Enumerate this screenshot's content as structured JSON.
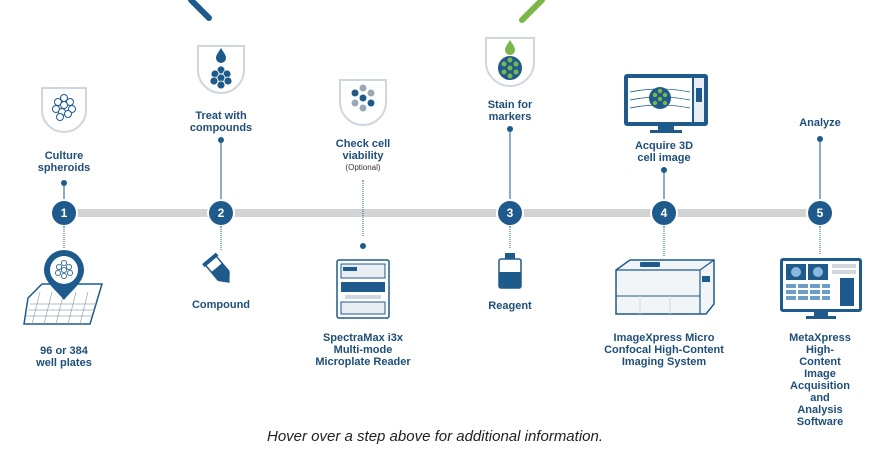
{
  "steps": [
    {
      "number": "1",
      "above_label": "Culture\nspheroids",
      "below_label": "96 or 384\nwell plates",
      "above_icon": "spheroid-cup-icon",
      "below_icon": "well-plate-pin-icon"
    },
    {
      "number": "2",
      "above_label": "Treat with\ncompounds",
      "below_label": "Compound",
      "above_icon": "compound-cup-icon",
      "below_icon": "pipette-tube-icon"
    },
    {
      "number": "",
      "above_label": "Check cell\nviability",
      "above_sub": "(Optional)",
      "below_label": "SpectraMax i3x\nMulti-mode\nMicroplate Reader",
      "above_icon": "viability-cup-icon",
      "below_icon": "microplate-reader-icon"
    },
    {
      "number": "3",
      "above_label": "Stain for\nmarkers",
      "below_label": "Reagent",
      "above_icon": "stain-cup-icon",
      "below_icon": "reagent-bottle-icon"
    },
    {
      "number": "4",
      "above_label": "Acquire 3D\ncell image",
      "below_label": "ImageXpress Micro\nConfocal High-Content\nImaging System",
      "above_icon": "monitor-3d-image-icon",
      "below_icon": "imaging-system-icon"
    },
    {
      "number": "5",
      "above_label": "Analyze",
      "below_label": "MetaXpress\nHigh-Content\nImage Acquisition\nand Analysis\nSoftware",
      "above_icon": "",
      "below_icon": "software-monitor-icon"
    }
  ],
  "footer": {
    "hint": "Hover over a step above for additional information."
  },
  "colors": {
    "primary": "#1f5a8c",
    "accent_green": "#7ab648",
    "track": "#d3d3d3"
  }
}
